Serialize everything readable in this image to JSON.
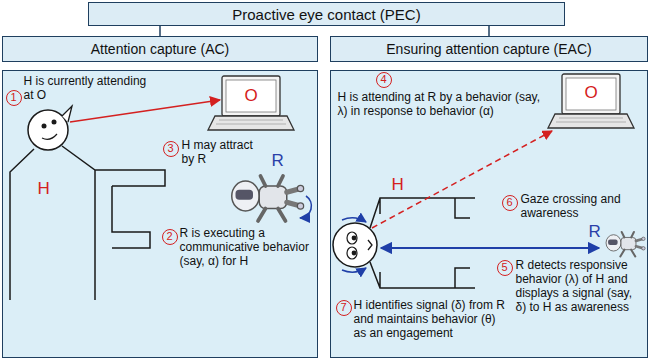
{
  "diagram": {
    "nodes": [
      {
        "text": [
          "Proactive eye contact (PEC)"
        ]
      },
      {
        "text": [
          "Attention capture (AC)"
        ]
      },
      {
        "text": [
          "Ensuring attention capture (EAC)"
        ]
      },
      {
        "text": [
          "1",
          "H is currently attending at O",
          "O",
          "3",
          "H may attract by R",
          "R",
          "H",
          "2",
          "R is executing a communicative behavior (say, α) for H"
        ]
      },
      {
        "text": [
          "4",
          "H is attending at R by a behavior (say, λ) in response to behavior (α)",
          "O",
          "H",
          "6",
          "Gaze crossing and awareness",
          "R",
          "5",
          "R detects responsive behavior (λ) of H and displays a signal (say, δ) to H as awareness",
          "7",
          "H identifies signal (δ) from R and maintains behavior (θ) as an engagement"
        ]
      }
    ],
    "edges": [
      {
        "from": 0,
        "to": 1,
        "arrow": "none"
      },
      {
        "from": 0,
        "to": 2,
        "arrow": "none"
      }
    ]
  }
}
